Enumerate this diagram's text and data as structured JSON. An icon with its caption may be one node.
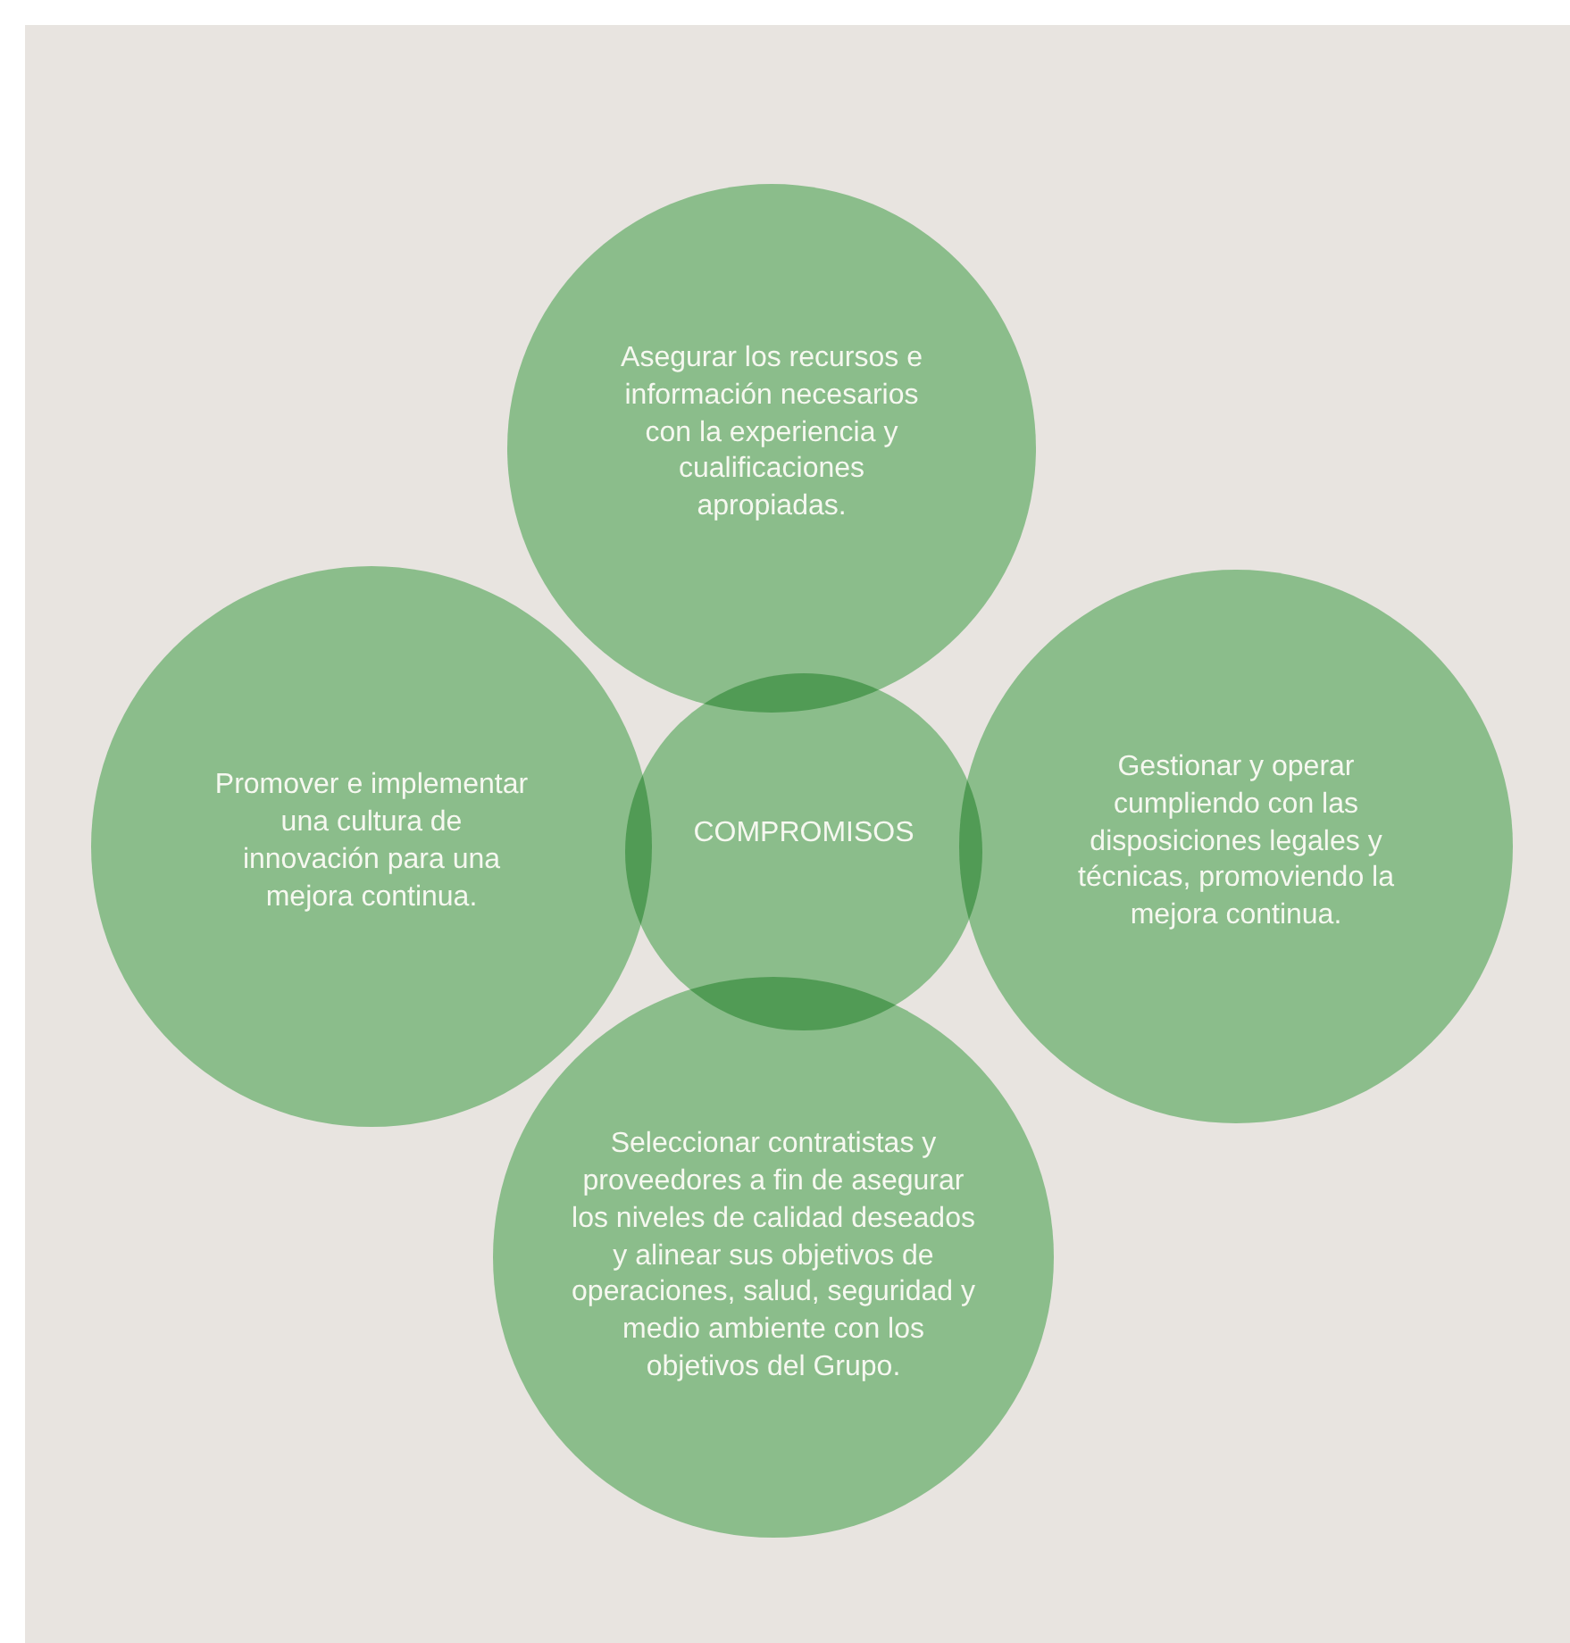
{
  "diagram": {
    "nodes": [
      {
        "text": [
          "Asegurar los recursos e información necesarios con la experiencia y cualificaciones apropiadas."
        ]
      },
      {
        "text": [
          "Promover e implementar una cultura de innovación para una mejora continua."
        ]
      },
      {
        "text": [
          "COMPROMISOS"
        ]
      },
      {
        "text": [
          "Gestionar y operar cumpliendo con las disposiciones legales y técnicas, promoviendo la mejora continua."
        ]
      },
      {
        "text": [
          "Seleccionar contratistas y proveedores a fin de asegurar los niveles de calidad deseados y alinear sus objetivos de operaciones, salud, seguridad y medio ambiente con los objetivos del Grupo."
        ]
      }
    ]
  }
}
